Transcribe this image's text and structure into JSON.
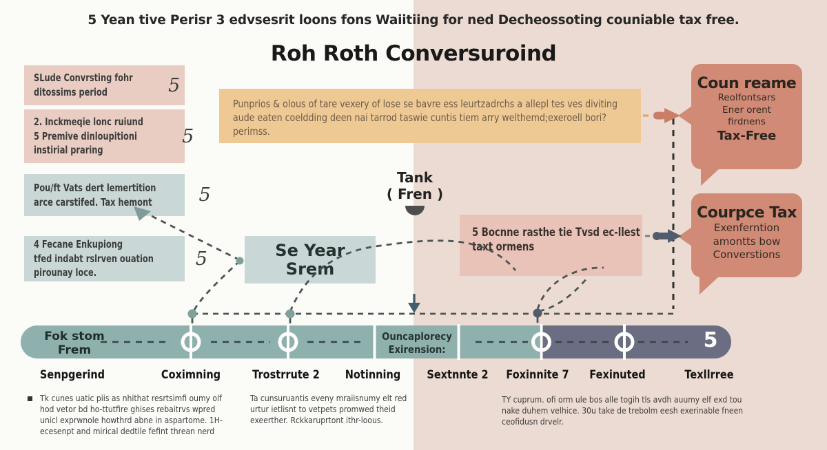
{
  "colors": {
    "right_panel": "#ecdbd2",
    "pink_box": "#e9cdc2",
    "teal_box": "#c9d8d6",
    "yellow_note": "#eec994",
    "notice_box": "#e9c3b8",
    "callout": "#d08a75",
    "bar_teal": "#8fb1ad",
    "bar_slate": "#6b6e83"
  },
  "header": {
    "subtitle": "5 Yean tive Perisr 3 edvsesrit loons fons Waiitiing  for ned Decheossoting couniable tax free.",
    "title": "Roh Roth Conversuroind"
  },
  "left_boxes": [
    {
      "lines": [
        "SLude Convrsting fohr",
        "ditossims period"
      ],
      "number": "5"
    },
    {
      "lines": [
        "2. Inckmeqie lonc ruiund",
        "5 Premive dinloupitioni",
        "instirial praring"
      ],
      "number": "5"
    },
    {
      "lines": [
        "Pou/ft Vats dert lemertition",
        "arce carstifed. Tax hemont"
      ],
      "number": "5"
    },
    {
      "lines": [
        "4 Fecane Enkupiong",
        "tfed indabt rslrven ouation",
        "pirounay loce."
      ],
      "number": "5"
    }
  ],
  "yellow_note": {
    "lines": [
      "Punprios & olous of tare vexery of lose se bavre ess leurtzadrchs a allepl tes ves diviting",
      "aude eaten coeldding deen nai tarrod taswie cuntis tiem arry welthemd;exeroell bori?",
      "perimss."
    ]
  },
  "tank_marker": {
    "line1": "Tank",
    "line2": "( Fren )"
  },
  "five_year_box": {
    "line1": "Se Year",
    "line2": "Srem"
  },
  "notice_box": {
    "lines": [
      "5 Bocnne rasthe tie Tvsd ec-llest",
      "taxt ormens"
    ]
  },
  "callouts": [
    {
      "title": "Coun reame",
      "lines": [
        "Reolfontsars",
        "Ener orent",
        "firdnens"
      ],
      "emphasis": "Tax-Free"
    },
    {
      "title": "Courpce Tax",
      "lines": [
        "Exenferntion",
        "amontts bow",
        "Converstions"
      ],
      "emphasis": ""
    }
  ],
  "timeline": {
    "start_label_line1": "Fok stom",
    "start_label_line2": "Frem",
    "mid_label_line1": "Ouncaplorecy",
    "mid_label_line2": "Exirension:",
    "end_number": "5",
    "milestones": [
      "Senpgerind",
      "Coximning",
      "Trostrrute 2",
      "Notinning",
      "Sextnnte 2",
      "Foxinnite 7",
      "Fexinuted",
      "Texllrree"
    ]
  },
  "footnotes": [
    {
      "text": "Tk cunes uatic piis as nhithat resrtsimfi oumy olf hod vetor bd ho-ttutfire ghises rebaitrvs wpred unicl exprwnole howthrd abne in aspartome. 1H-ecesenpt and mirical dedtile fefint threan nerd"
    },
    {
      "text": "Ta cunsuruantis eveny mraiisnumy elt red urtur ietlisnt to vetpets promwed theid exeerther. Rckkaruprtont ithr-loous."
    },
    {
      "text": "TY cuprum. ofi orm ule bos alle togih tls avdh auumy elf exd tou nake duhem velhice. 30u take de trebolm eesh exerinable fneen ceofidusn drvelr."
    }
  ]
}
